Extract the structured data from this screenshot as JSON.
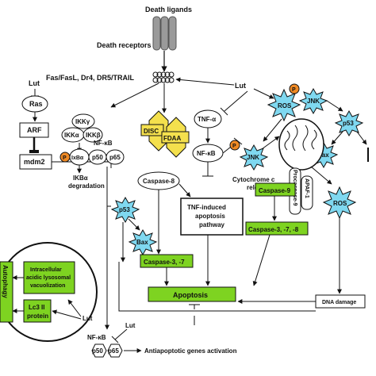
{
  "colors": {
    "green_box": "#7ed321",
    "yellow_box": "#f4e04d",
    "cyan_burst": "#7fd8f0",
    "orange_p": "#f08a24",
    "grey_receptor": "#9a9a9a",
    "black": "#111111",
    "white": "#ffffff"
  },
  "labels": {
    "death_ligands": "Death ligands",
    "death_receptors": "Death receptors",
    "receptors_list": "Fas/FasL, Dr4, DR5/TRAIL",
    "lut_top_left": "Lut",
    "ras": "Ras",
    "arf": "ARF",
    "mdm2": "mdm2",
    "ikk_gamma": "IKKγ",
    "ikk_alpha": "IKKα",
    "ikk_beta": "IKKβ",
    "p_label": "P",
    "ikb_alpha": "IxBα",
    "nfkb_top": "NF-κB",
    "p50": "p50",
    "p65": "p65",
    "ikb_degradation": "IKBα\ndegradation",
    "disc": "DISC",
    "fdaa": "FDAA",
    "caspase8": "Caspase-8",
    "tnf_alpha": "TNF-α",
    "nfkb_mid": "NF-κB",
    "lut_mid": "Lut",
    "jnk_top": "JNK",
    "jnk_mid": "JNK",
    "ros_top": "ROS",
    "ros_right": "ROS",
    "p53_right": "p53",
    "bax_right": "Bax",
    "cytochrome": "Cytochrome c\nrelease",
    "p53_mid": "p53",
    "bax_mid": "Bax",
    "tnf_induced": "TNF-induced\napoptosis\npathway",
    "caspase9": "Caspase-9",
    "apaf": "APAF-1",
    "procaspase": "Procaspase-9",
    "caspase37": "Caspase-3, -7",
    "caspase378": "Caspase-3, -7, -8",
    "apoptosis": "Apoptosis",
    "dna_damage": "DNA damage",
    "autophagy": "Autophagy",
    "intracellular": "Intracellular\nacidic lysosomal\nvacuolization",
    "lc3": "Lc3 II\nprotein",
    "lut_autophagy": "Lut",
    "lut_bottom": "Lut",
    "nfkb_bottom": "NF-κB",
    "p50_bottom": "p50",
    "p65_bottom": "p65",
    "antiapoptotic": "Antiapoptotic genes activation"
  }
}
